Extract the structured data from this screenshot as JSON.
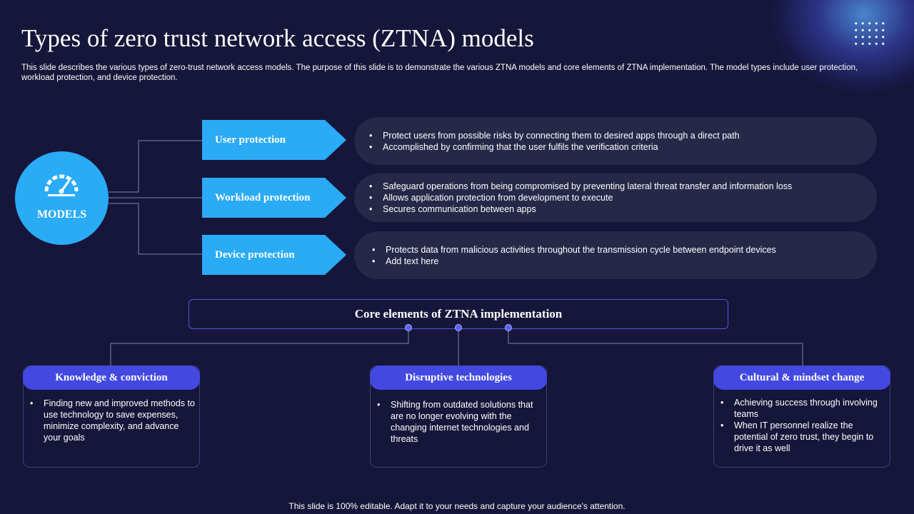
{
  "slide": {
    "title": "Types of zero trust network access (ZTNA) models",
    "description": "This slide describes the various types of zero-trust network access models. The purpose of this slide is to demonstrate the various ZTNA models and core elements of ZTNA implementation. The model types include user protection, workload protection, and device protection.",
    "footer": "This slide is 100% editable. Adapt it to your needs and capture your audience's attention."
  },
  "center_node": {
    "label": "MODELS",
    "icon": "gauge-icon"
  },
  "models": [
    {
      "label": "User protection",
      "bullets": [
        "Protect users from possible risks by connecting them to desired apps through  a direct path",
        "Accomplished by confirming  that the user fulfils the verification  criteria"
      ]
    },
    {
      "label": "Workload protection",
      "bullets": [
        "Safeguard  operations from being compromised  by preventing  lateral threat transfer and information loss",
        "Allows application protection from development  to execute",
        "Secures communication between apps"
      ]
    },
    {
      "label": "Device protection",
      "bullets": [
        "Protects data from malicious activities throughout  the transmission cycle between  endpoint devices",
        "Add text here"
      ]
    }
  ],
  "core": {
    "title": "Core elements of ZTNA implementation",
    "elements": [
      {
        "heading": "Knowledge & conviction",
        "bullets": [
          "Finding new and improved methods to use technology to save expenses, minimize complexity, and advance  your goals"
        ]
      },
      {
        "heading": "Disruptive technologies",
        "bullets": [
          "Shifting from outdated solutions that are no longer evolving  with the changing internet technologies and threats"
        ]
      },
      {
        "heading": "Cultural & mindset change",
        "bullets": [
          "Achieving success through involving  teams",
          "When IT personnel  realize the potential of zero trust, they begin to drive  it as well"
        ]
      }
    ]
  },
  "colors": {
    "background": "#16163a",
    "accent_blue": "#2aabf6",
    "pill": "#262848",
    "card_header": "#4348e0",
    "border": "#4f55e0"
  }
}
